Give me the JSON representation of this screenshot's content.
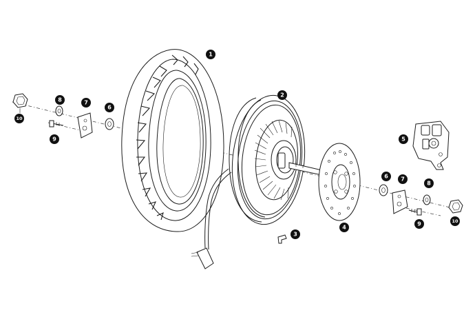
{
  "diagram": {
    "type": "exploded-parts-view",
    "colors": {
      "line": "#1a1a1a",
      "callout_fill": "#111111",
      "callout_text": "#ffffff",
      "background": "#ffffff"
    },
    "callouts": {
      "tire": "1",
      "hub_motor": "2",
      "valve": "3",
      "brake_disc": "4",
      "brake_caliper": "5",
      "washer_left": "6",
      "plate_left": "7",
      "spacer_left": "8",
      "bolt_left": "9",
      "nut_left": "10",
      "washer_right": "6",
      "plate_right": "7",
      "spacer_right": "8",
      "bolt_right": "9",
      "nut_right": "10"
    }
  }
}
